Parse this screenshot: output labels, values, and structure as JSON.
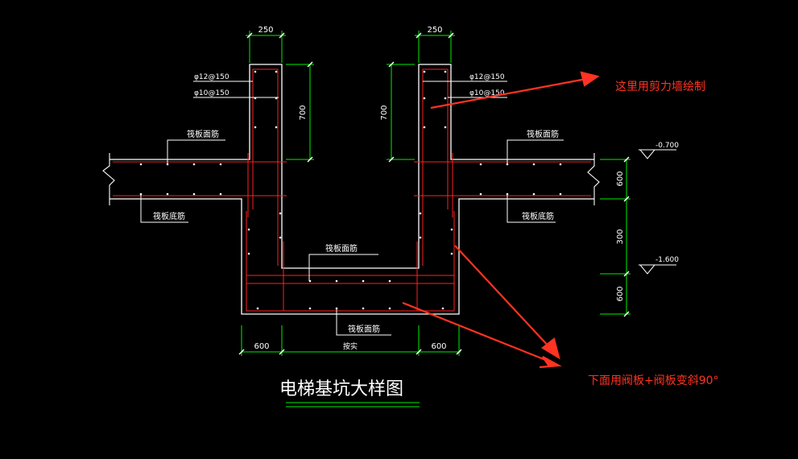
{
  "drawing": {
    "title": "电梯基坑大样图",
    "dimensions": {
      "wall_width_left": "250",
      "wall_width_right": "250",
      "wall_height_left": "700",
      "wall_height_right": "700",
      "bottom_left": "600",
      "bottom_center": "按实",
      "bottom_right": "600",
      "right_upper": "600",
      "right_middle": "300",
      "right_lower": "600"
    },
    "rebar": {
      "left_top": "φ12@150",
      "left_bottom": "φ10@150",
      "right_top": "φ12@150",
      "right_bottom": "φ10@150"
    },
    "labels": {
      "raft_top_left": "筏板面筋",
      "raft_bottom_left": "筏板底筋",
      "raft_top_right": "筏板面筋",
      "raft_bottom_right": "筏板底筋",
      "pit_top": "筏板面筋",
      "pit_bottom": "筏板面筋"
    },
    "elevations": {
      "upper": "-0.700",
      "lower": "-1.600"
    }
  },
  "annotations": {
    "shear_wall_note": "这里用剪力墙绘制",
    "raft_note": "下面用阀板+阀板变斜90°"
  },
  "colors": {
    "background": "#000000",
    "outline": "#ffffff",
    "rebar": "#ff2020",
    "dimension": "#00ff00",
    "annotation": "#ff3322"
  }
}
